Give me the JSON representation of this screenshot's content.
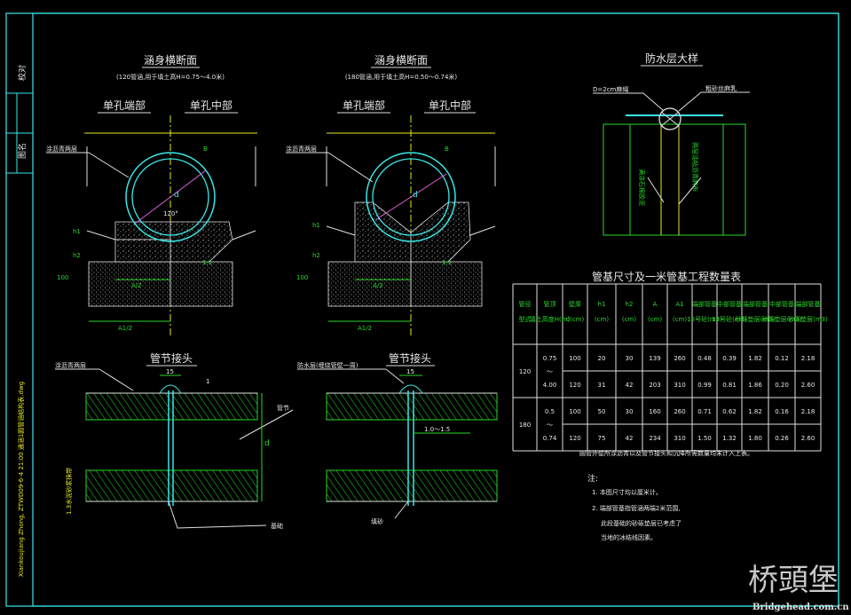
{
  "side_labels": {
    "check": "校对",
    "drawing_name": "图名"
  },
  "vertical_file_text": "Xiankoujiang Zhong, ZTWD09-6-4 21:00 通涵1圆管涵结构表.dwg",
  "section1": {
    "title": "涵身横断面",
    "subtitle": "(120管涵,用于填土高H=0.75～4.0米)",
    "left_label": "单孔端部",
    "right_label": "单孔中部",
    "waterproof": "涂沥青两层",
    "angle": "120°",
    "dim_half": "A/2",
    "dim_total": "A1/2",
    "d": "d",
    "B": "B",
    "h1": "h1",
    "h2": "h2",
    "h100": "100",
    "slope": "1:1"
  },
  "section2": {
    "title": "涵身横断面",
    "subtitle": "(180管涵,用于填土高H=0.50～0.74米)",
    "left_label": "单孔端部",
    "right_label": "单孔中部",
    "waterproof": "涂沥青两层",
    "dim_half": "A/2",
    "dim_total": "A1/2",
    "d": "d",
    "B": "B",
    "h1": "h1",
    "h2": "h2",
    "h100": "100",
    "slope": "1:1"
  },
  "joint1": {
    "title": "管节接头",
    "waterproof": "涂沥青两层",
    "width": "15",
    "pipe": "管节",
    "d": "d",
    "side_note": "1.3水泥砂浆抹带",
    "base": "基础",
    "gap": "1"
  },
  "joint2": {
    "title": "管节接头",
    "waterproof": "防水层(缠绕管壁一周)",
    "width": "15",
    "gap_dim": "1.0～1.5",
    "sand": "填砂"
  },
  "detail": {
    "title": "防水层大样",
    "hemp": "D=2cm麻绳",
    "asphalt": "粗砂丝麻乳",
    "note_a": "满涂石棉胶泥",
    "note_b": "两层油毡沥青麻布"
  },
  "table": {
    "title": "管基尺寸及一米管基工程数量表",
    "headers": [
      "管径型式",
      "管顶填土高度H(m)",
      "壁厚d(cm)",
      "h1(cm)",
      "h2(cm)",
      "A(cm)",
      "A1(cm)",
      "端部管基15号砼(m3)",
      "中部管基15号砼(m3)",
      "端部管基砂砾垫层(m3)",
      "中部管基砂砾垫层(m3)",
      "端部管基砂砾垫层(m3)"
    ],
    "header_short": [
      "管径",
      "管顶",
      "壁厚",
      "h1",
      "h2",
      "A",
      "A1",
      "端部管基",
      "中部管基",
      "端部管基",
      "中部管基",
      "端部管基"
    ],
    "header_units": [
      "型式",
      "填土高度H(m)",
      "d(cm)",
      "(cm)",
      "(cm)",
      "(cm)",
      "(cm)",
      "15号砼(m3)",
      "15号砼(m3)",
      "砂砾垫层(m3)",
      "砂砾垫层(m3)",
      "砂砾垫层(m3)"
    ],
    "groups": [
      {
        "type": "120",
        "height_top": "0.75",
        "height_mid": "～",
        "height_bot": "4.00",
        "rows": [
          [
            "100",
            "20",
            "30",
            "139",
            "260",
            "0.48",
            "0.39",
            "1.82",
            "0.12",
            "2.18"
          ],
          [
            "120",
            "31",
            "42",
            "203",
            "310",
            "0.99",
            "0.81",
            "1.86",
            "0.20",
            "2.60"
          ]
        ]
      },
      {
        "type": "180",
        "height_top": "0.5",
        "height_mid": "～",
        "height_bot": "0.74",
        "rows": [
          [
            "100",
            "50",
            "30",
            "160",
            "260",
            "0.71",
            "0.62",
            "1.82",
            "0.16",
            "2.18"
          ],
          [
            "120",
            "75",
            "42",
            "234",
            "310",
            "1.50",
            "1.32",
            "1.80",
            "0.26",
            "2.60"
          ]
        ]
      }
    ],
    "footnote": "圆管外壁所涂沥青以及管节接头和沉降所需数量均未计入上表。"
  },
  "notes": {
    "heading": "注:",
    "items": [
      "1. 本图尺寸均以厘米计。",
      "2. 端部管基指管涵两端2米范围,",
      "此段基础的砂砾垫层已考虑了",
      "当地的冰结线因素。"
    ]
  },
  "watermark": {
    "logo": "桥頭堡",
    "url": "Bridgehead.com.cn"
  }
}
